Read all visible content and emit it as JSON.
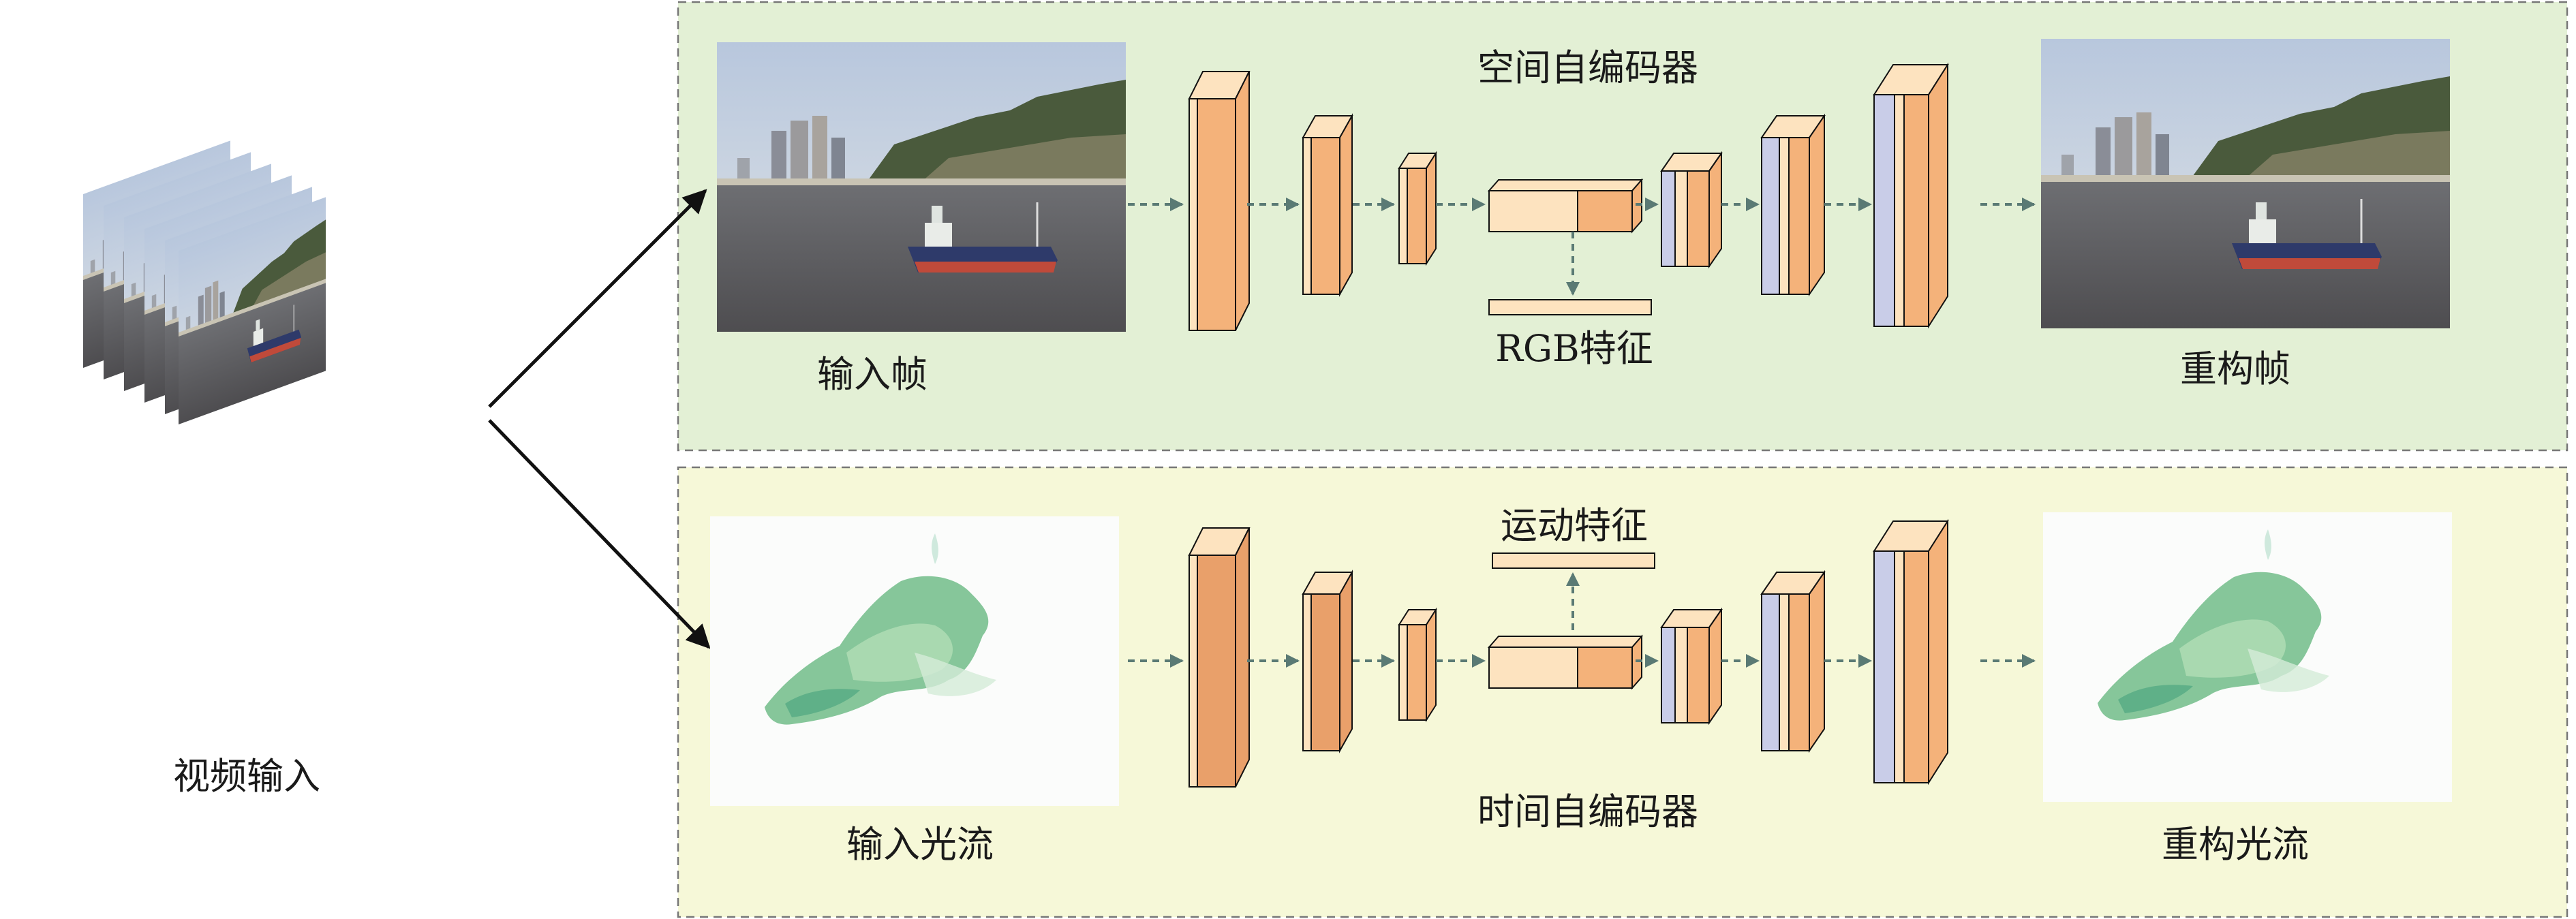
{
  "input": {
    "label": "视频输入"
  },
  "spatial": {
    "title": "空间自编码器",
    "input_label": "输入帧",
    "feature_label": "RGB特征",
    "output_label": "重构帧",
    "panel_color": "#e3f0d5"
  },
  "temporal": {
    "title": "时间自编码器",
    "input_label": "输入光流",
    "feature_label": "运动特征",
    "output_label": "重构光流",
    "panel_color": "#f6f8d8"
  },
  "colors": {
    "layer_orange": "#f4b27a",
    "layer_orange_dark": "#e9a06a",
    "layer_light": "#fde3bf",
    "layer_blue": "#c9cde8",
    "arrow": "#5a7a74",
    "panel_border": "#777777"
  },
  "icons": {
    "frames": "video-frame-stack-icon",
    "photo": "harbor-ship-photo",
    "flow": "optical-flow-map"
  }
}
